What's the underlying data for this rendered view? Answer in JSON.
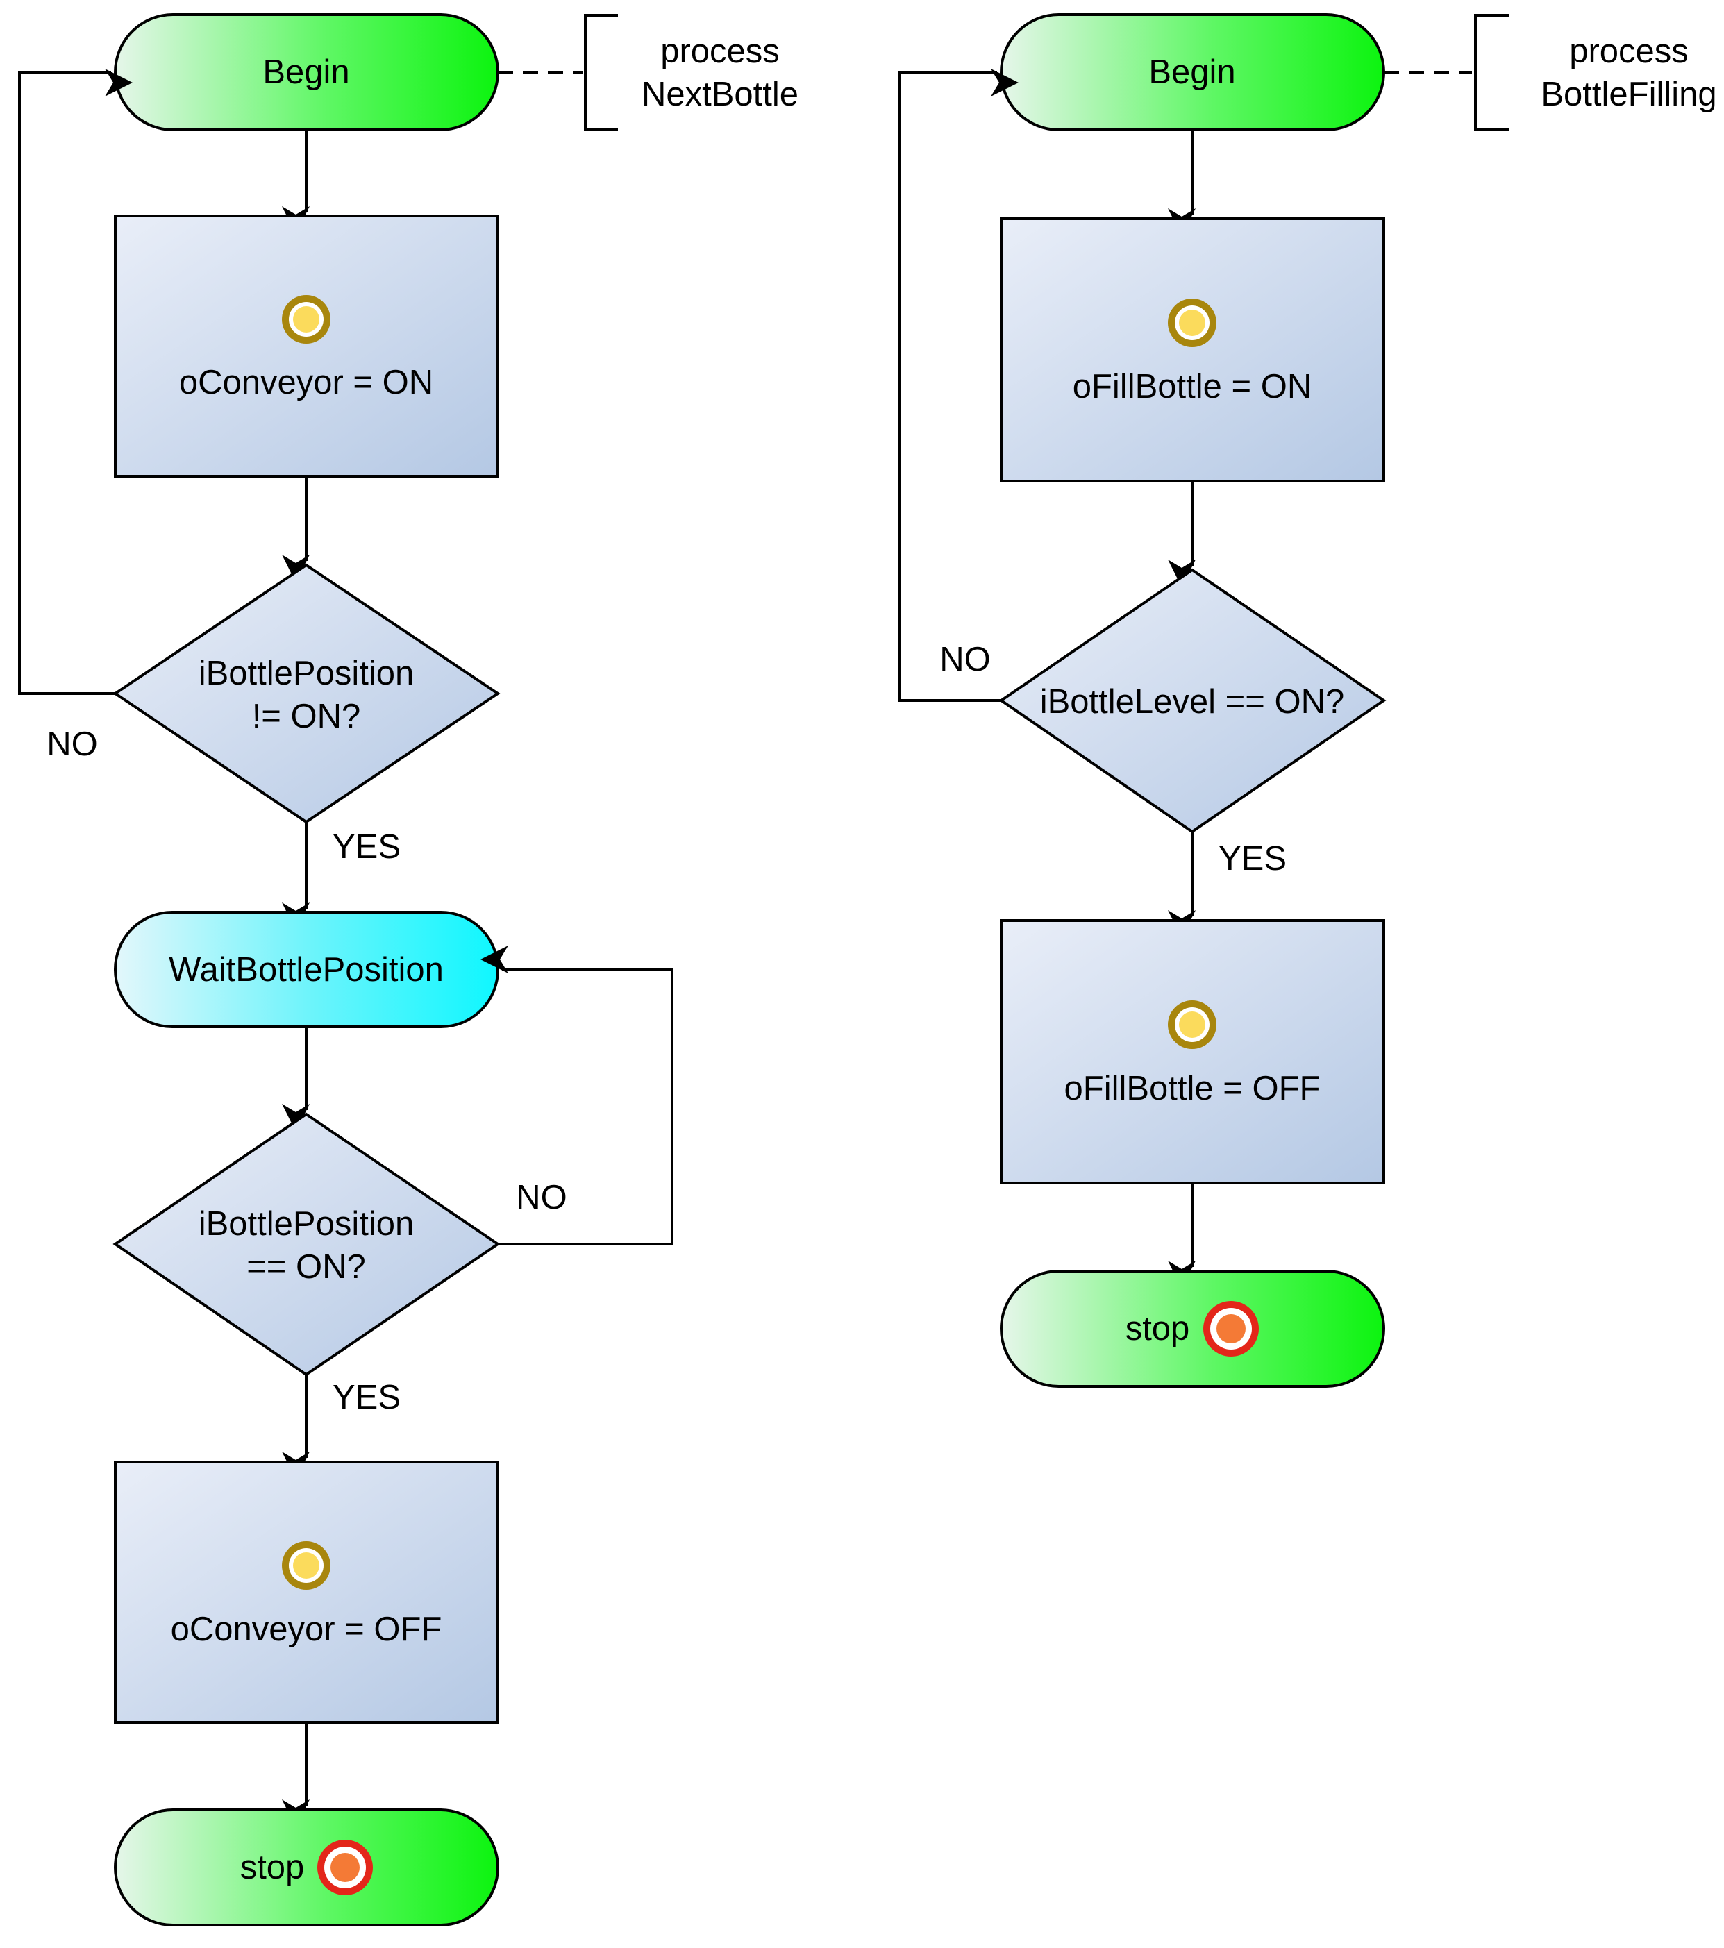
{
  "processes": [
    {
      "annotation": [
        "process",
        "NextBottle"
      ],
      "begin": "Begin",
      "actions": [
        "oConveyor = ON",
        "oConveyor = OFF"
      ],
      "decisions": [
        {
          "lines": [
            "iBottlePosition",
            "!= ON?"
          ],
          "yes": "YES",
          "no": "NO"
        },
        {
          "lines": [
            "iBottlePosition",
            "== ON?"
          ],
          "yes": "YES",
          "no": "NO"
        }
      ],
      "wait": "WaitBottlePosition",
      "stop": "stop"
    },
    {
      "annotation": [
        "process",
        "BottleFilling"
      ],
      "begin": "Begin",
      "actions": [
        "oFillBottle = ON",
        "oFillBottle = OFF"
      ],
      "decisions": [
        {
          "lines": [
            "iBottleLevel == ON?"
          ],
          "yes": "YES",
          "no": "NO"
        }
      ],
      "stop": "stop"
    }
  ]
}
